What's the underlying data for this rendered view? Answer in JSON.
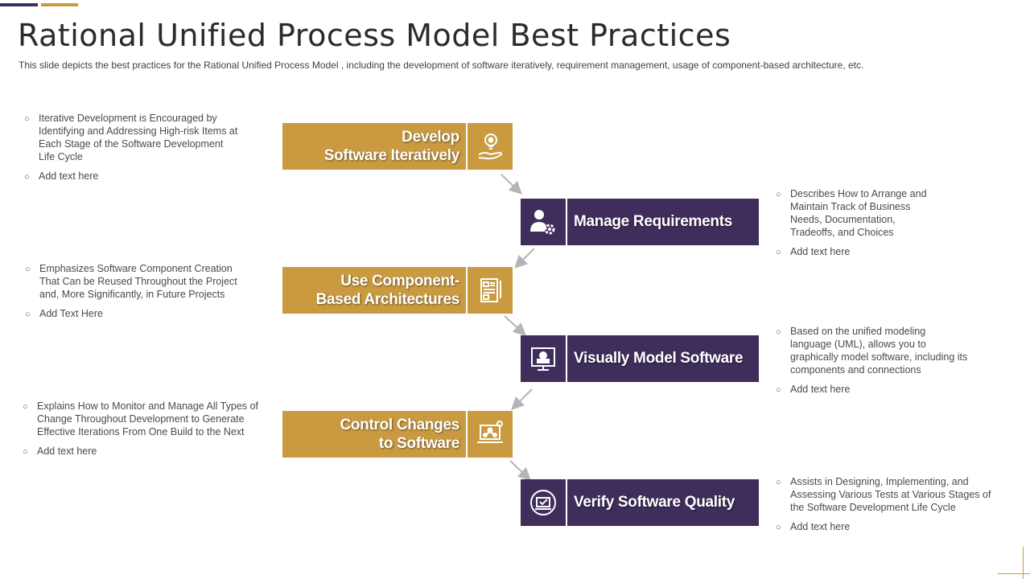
{
  "header": {
    "title": "Rational Unified Process Model Best Practices",
    "subtitle": "This slide depicts the best practices for the Rational Unified Process Model , including the development of software iteratively, requirement management, usage of component-based architecture, etc."
  },
  "colors": {
    "gold": "#c99a3f",
    "purple": "#3f2d5c"
  },
  "steps": [
    {
      "label_line1": "Develop",
      "label_line2": "Software Iteratively",
      "icon": "lightbulb-hand-icon",
      "points": [
        "Iterative Development  is Encouraged  by Identifying  and  Addressing  High-risk  Items at Each Stage of the Software Development  Life Cycle",
        "Add text here"
      ]
    },
    {
      "label": "Manage Requirements",
      "icon": "user-gear-icon",
      "points": [
        "Describes How to Arrange  and Maintain Track of Business Needs, Documentation, Tradeoffs,  and Choices",
        "Add text here"
      ]
    },
    {
      "label_line1": "Use Component-",
      "label_line2": "Based Architectures",
      "icon": "blueprint-document-icon",
      "points": [
        "Emphasizes Software Component Creation That Can be Reused Throughout  the Project and, More Significantly, in Future Projects",
        "Add Text Here"
      ]
    },
    {
      "label": "Visually Model Software",
      "icon": "monitor-model-icon",
      "points": [
        "Based on the unified modeling language (UML), allows you to graphically model software, including its components and connections",
        "Add text here"
      ]
    },
    {
      "label_line1": "Control Changes",
      "label_line2": "to Software",
      "icon": "laptop-network-icon",
      "points": [
        "Explains How to Monitor and Manage  All Types of Change Throughout  Development  to Generate  Effective  Iterations From One Build to the Next",
        "Add text here"
      ]
    },
    {
      "label": "Verify Software Quality",
      "icon": "quality-badge-icon",
      "points": [
        "Assists in Designing,  Implementing,  and Assessing Various Tests at Various Stages of the Software Development  Life Cycle",
        "Add text here"
      ]
    }
  ]
}
